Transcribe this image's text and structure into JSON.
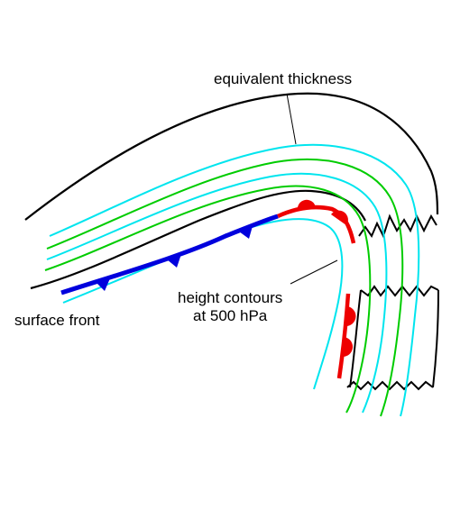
{
  "labels": {
    "equivalent_thickness": "equivalent thickness",
    "height_contours_line1": "height contours",
    "height_contours_line2": "at 500 hPa",
    "surface_front": "surface front"
  },
  "colors": {
    "height_contour": "#000000",
    "equivalent_thickness_light": "#00e5ee",
    "equivalent_thickness_dark": "#00cc00",
    "cold_front": "#0000dd",
    "warm_front": "#ee0000",
    "pointer": "#000000"
  }
}
